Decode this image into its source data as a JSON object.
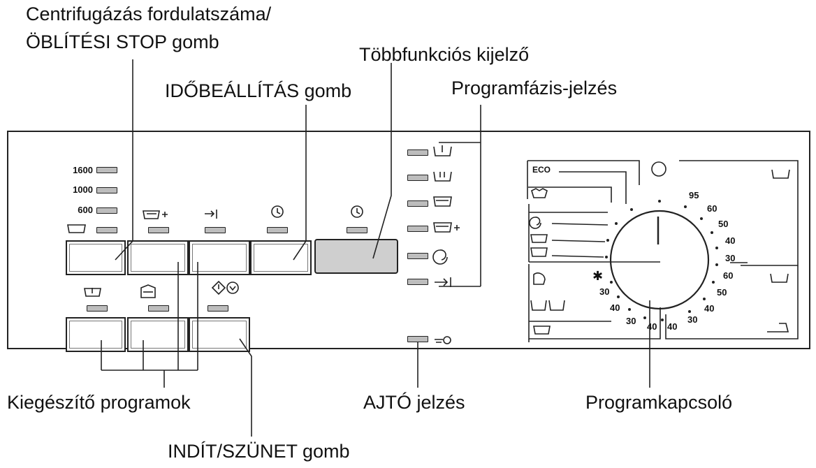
{
  "callouts": {
    "spin": [
      "Centrifugázás fordulatszáma/",
      "ÖBLÍTÉSI STOP gomb"
    ],
    "time": "IDŐBEÁLLÍTÁS gomb",
    "display": "Többfunkciós kijelző",
    "phase": "Programfázis-jelzés",
    "extra": "Kiegészítő programok",
    "door": "AJTÓ jelzés",
    "selector": "Programkapcsoló",
    "start": "INDÍT/SZÜNET gomb"
  },
  "spin_speeds": [
    "1600",
    "1000",
    "600"
  ],
  "dial": {
    "eco_label": "ECO",
    "cotton_temps": [
      "95",
      "60",
      "50",
      "40",
      "30"
    ],
    "synthetic_temps": [
      "60",
      "50",
      "40",
      "30"
    ],
    "left_temps": [
      "30",
      "40",
      "30",
      "40",
      "40"
    ],
    "cold_symbol": "✱"
  },
  "icons": {
    "spin": "spin-icon",
    "rinse_hold": "rinse-hold-icon",
    "prewash": "prewash-icon",
    "stain": "stain-icon",
    "extra_rinse": "extra-rinse-icon",
    "delay": "delay-icon",
    "timer": "timer-icon",
    "start_pause": "start-pause-icon",
    "door_lock": "key-icon"
  }
}
